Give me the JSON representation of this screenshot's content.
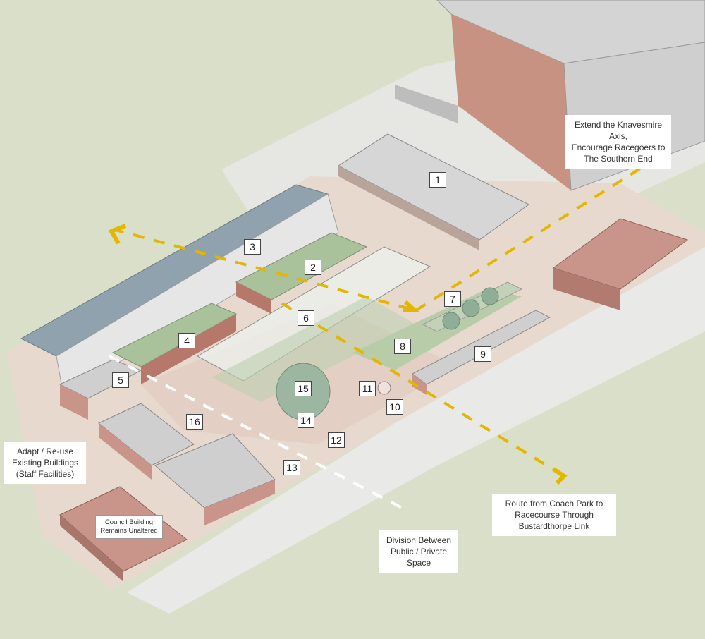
{
  "markers": [
    "1",
    "2",
    "3",
    "4",
    "5",
    "6",
    "7",
    "8",
    "9",
    "10",
    "11",
    "12",
    "13",
    "14",
    "15",
    "16"
  ],
  "annotations": {
    "knavesmire": "Extend the Knavesmire Axis,\nEncourage Racegoers to\nThe Southern End",
    "adapt": "Adapt / Re-use\nExisting Buildings\n(Staff Facilities)",
    "council": "Council Building\nRemains Unaltered",
    "division": "Division Between\nPublic / Private\nSpace",
    "route": "Route from Coach Park to\nRacecourse Through\nBustardthorpe Link"
  },
  "colors": {
    "background": "#d9dfc8",
    "ground": "#e8d9cf",
    "brick": "#c9958a",
    "roof": "#d2d2d2",
    "green": "#b9ccaa",
    "route_yellow": "#e3b700",
    "division_white": "#ffffff"
  }
}
